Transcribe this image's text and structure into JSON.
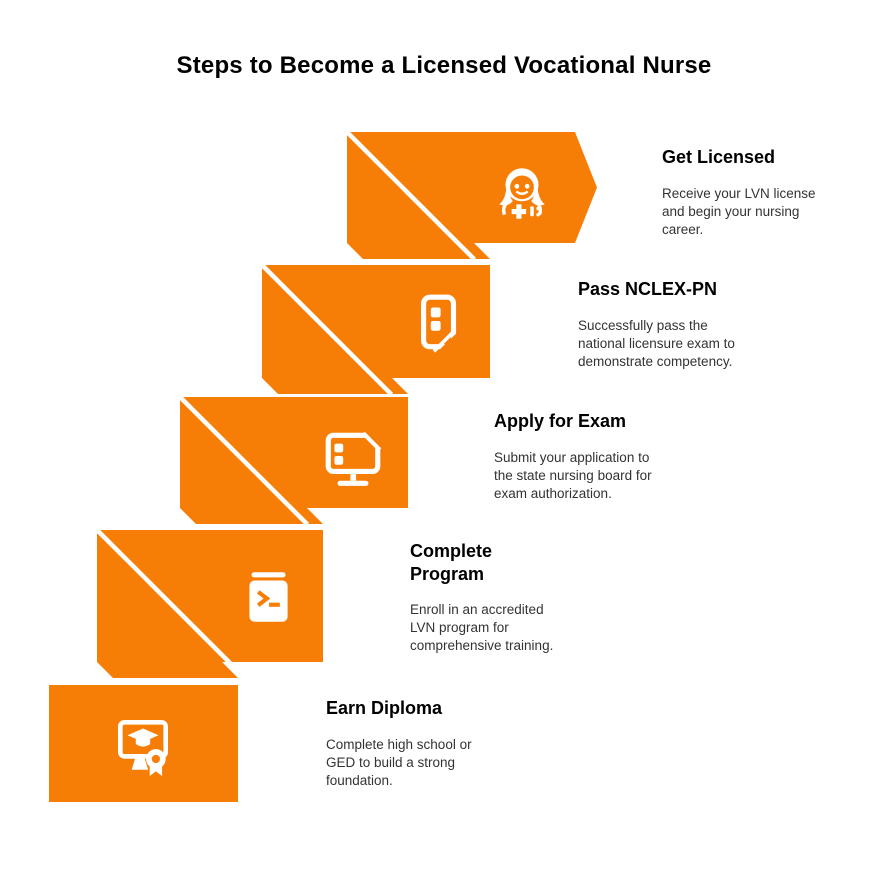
{
  "page": {
    "title": "Steps to Become a Licensed Vocational Nurse"
  },
  "theme": {
    "accent": "#F77E06",
    "background": "#FFFFFF",
    "icon_color": "#FFFFFF",
    "title_color": "#000000",
    "body_color": "#333333"
  },
  "steps": [
    {
      "order": 5,
      "title": "Get Licensed",
      "description": "Receive your LVN license\nand begin your nursing\ncareer.",
      "icon": "nurse-icon"
    },
    {
      "order": 4,
      "title": "Pass NCLEX-PN",
      "description": "Successfully pass the\nnational licensure exam to\ndemonstrate competency.",
      "icon": "exam-device-icon"
    },
    {
      "order": 3,
      "title": "Apply for Exam",
      "description": "Submit your application to\nthe state nursing board for\nexam authorization.",
      "icon": "computer-application-icon"
    },
    {
      "order": 2,
      "title": "Complete\nProgram",
      "description": "Enroll in an accredited\nLVN program for\ncomprehensive training.",
      "icon": "program-book-icon"
    },
    {
      "order": 1,
      "title": "Earn Diploma",
      "description": "Complete high school or\nGED to build a strong\nfoundation.",
      "icon": "diploma-icon"
    }
  ]
}
